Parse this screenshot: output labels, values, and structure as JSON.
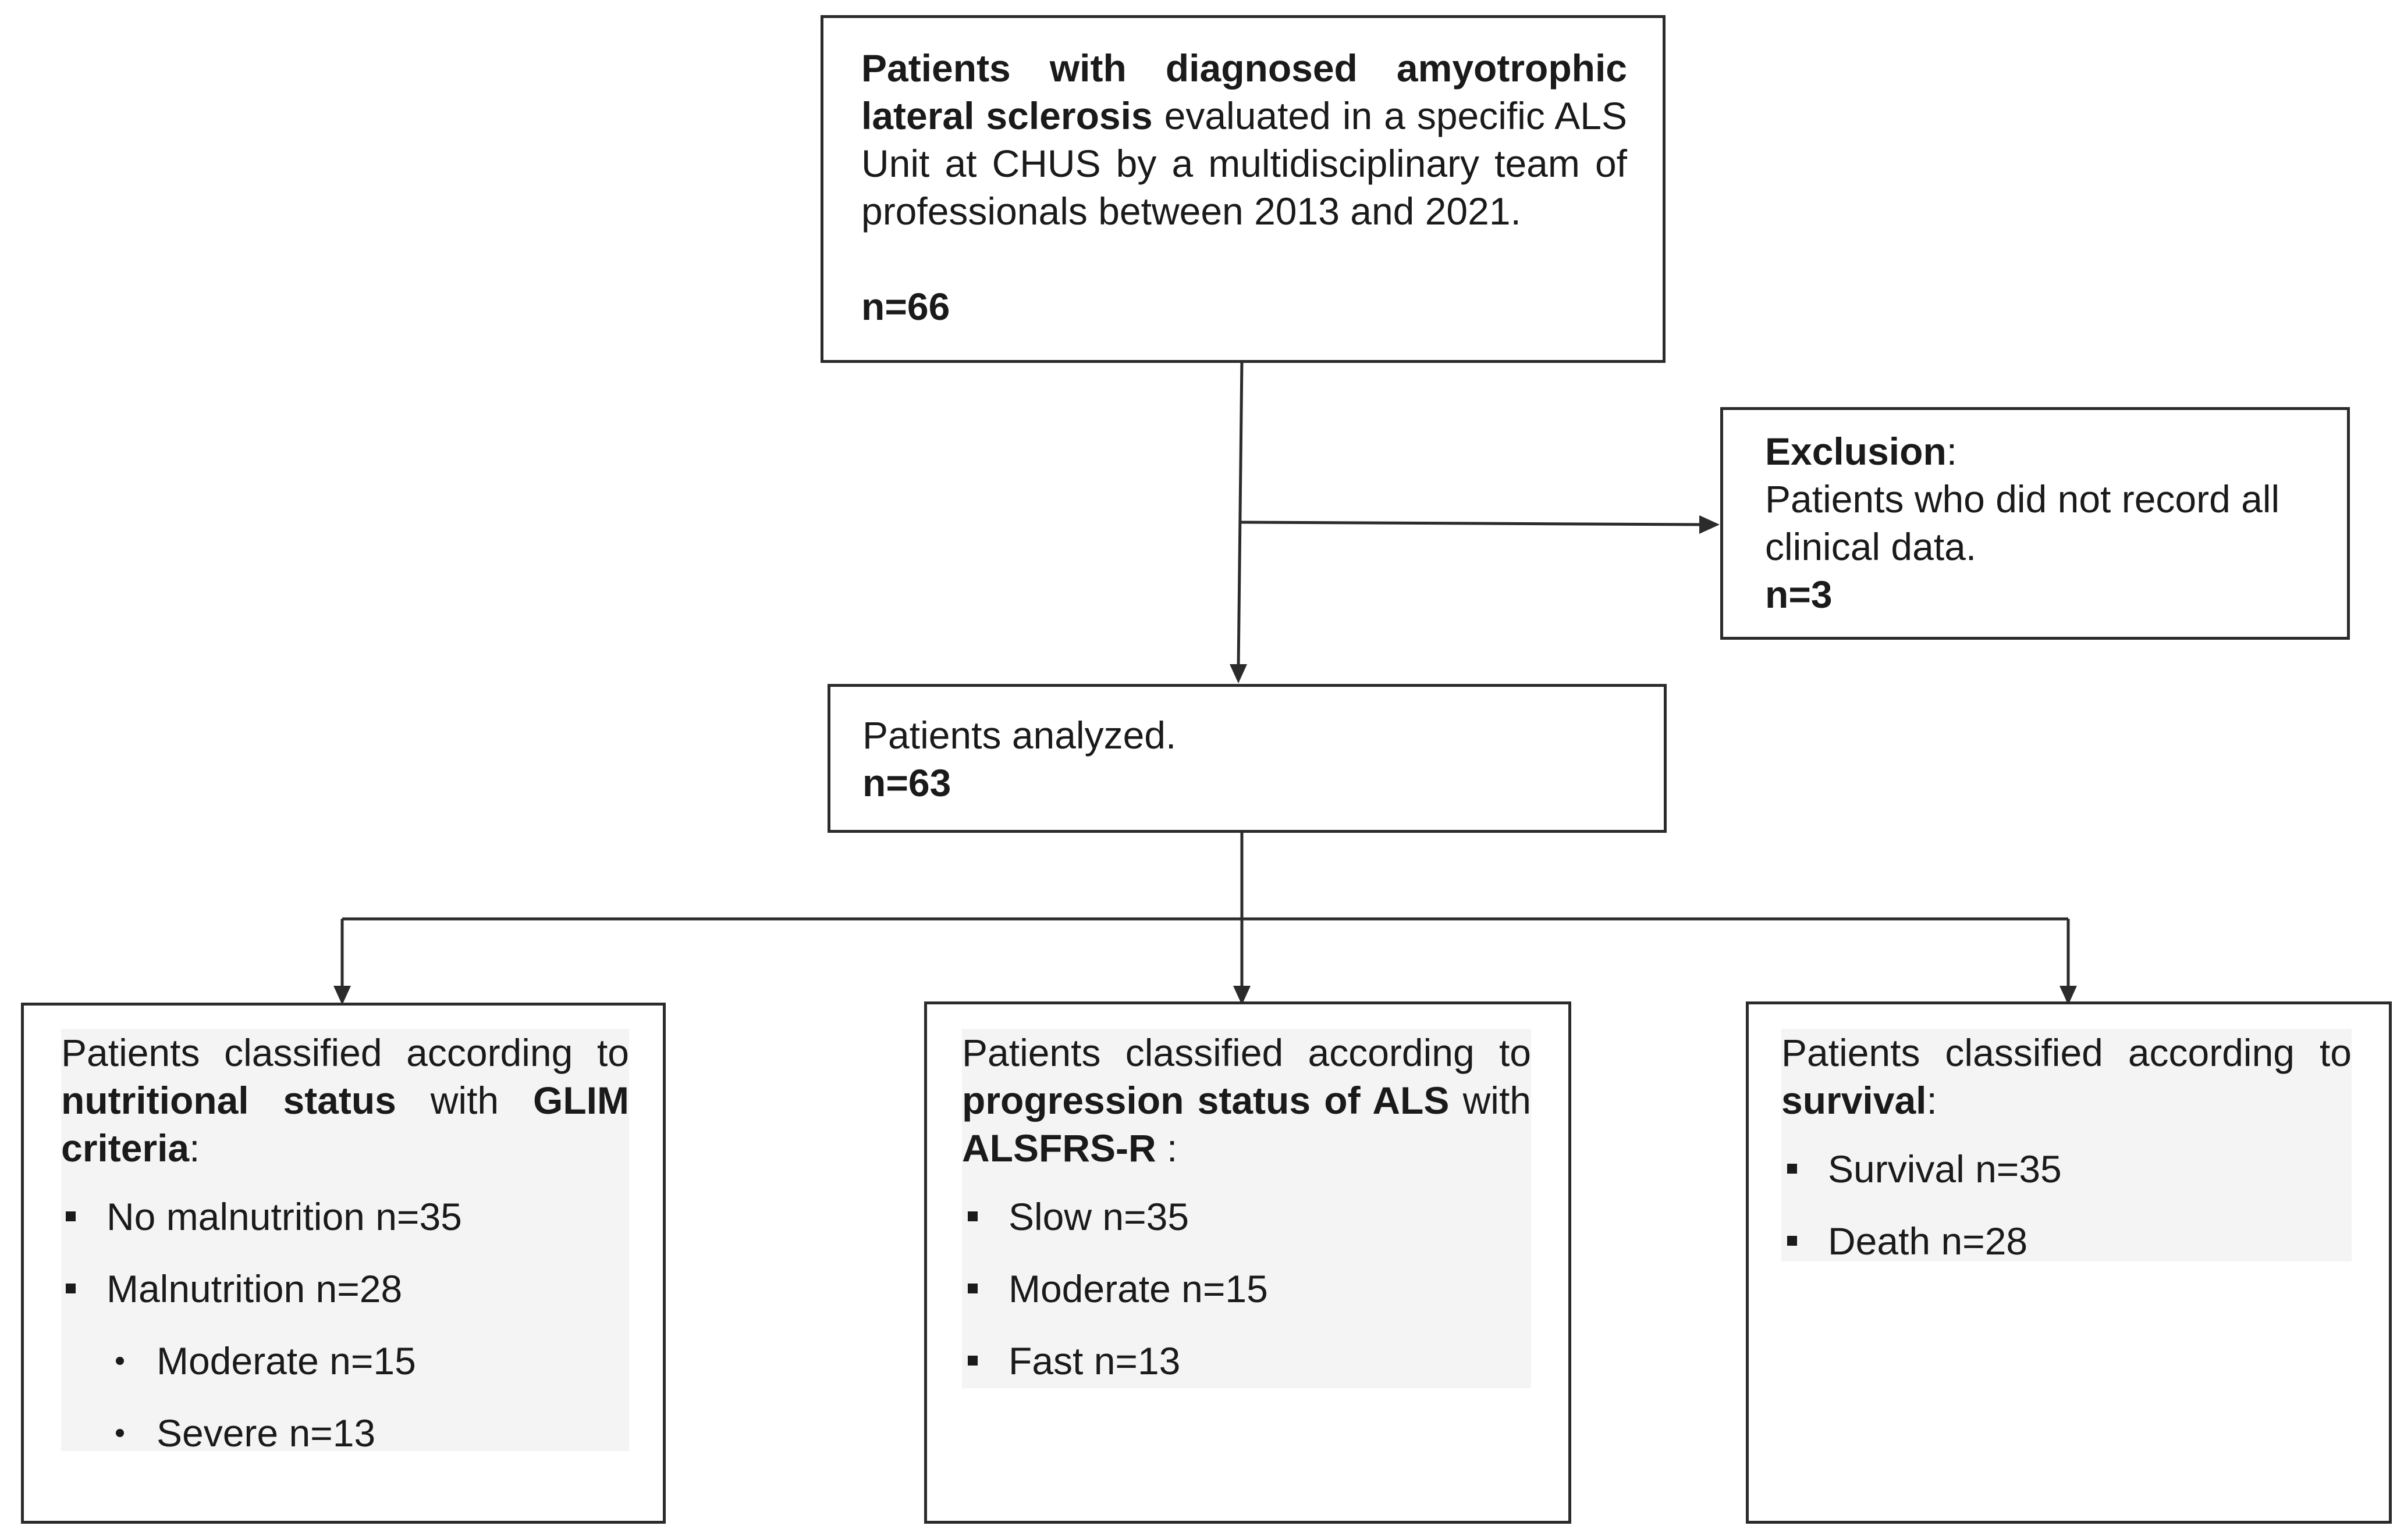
{
  "colors": {
    "line": "#2b2b2b",
    "text": "#1a1a1a",
    "shade": "#f4f4f4"
  },
  "box_top": {
    "lead_bold": "Patients with diagnosed amyotrophic lateral sclerosis",
    "rest": " evaluated in a specific ALS Unit at CHUS by a multidisciplinary team of professionals between 2013 and 2021.",
    "count": "n=66"
  },
  "box_exclusion": {
    "label": "Exclusion",
    "colon": ":",
    "text": "Patients who did not record all clinical data.",
    "count": "n=3"
  },
  "box_analyzed": {
    "text": "Patients analyzed.",
    "count": "n=63"
  },
  "box_nutrition": {
    "p1": "Patients classified according to ",
    "b1": "nutritional status",
    "p2": " with ",
    "b2": "GLIM criteria",
    "p3": ":",
    "items": [
      "No malnutrition  n=35",
      "Malnutrition  n=28"
    ],
    "subitems": [
      "Moderate n=15",
      "Severe n=13"
    ]
  },
  "box_progression": {
    "p1": "Patients classified according to ",
    "b1": "progression status of ALS",
    "p2": " with ",
    "b2": "ALSFRS-R",
    "p3": " :",
    "items": [
      "Slow n=35",
      "Moderate n=15",
      "Fast n=13"
    ]
  },
  "box_survival": {
    "p1": "Patients classified according to ",
    "b1": "survival",
    "p2": ":",
    "items": [
      "Survival n=35",
      "Death n=28"
    ]
  }
}
